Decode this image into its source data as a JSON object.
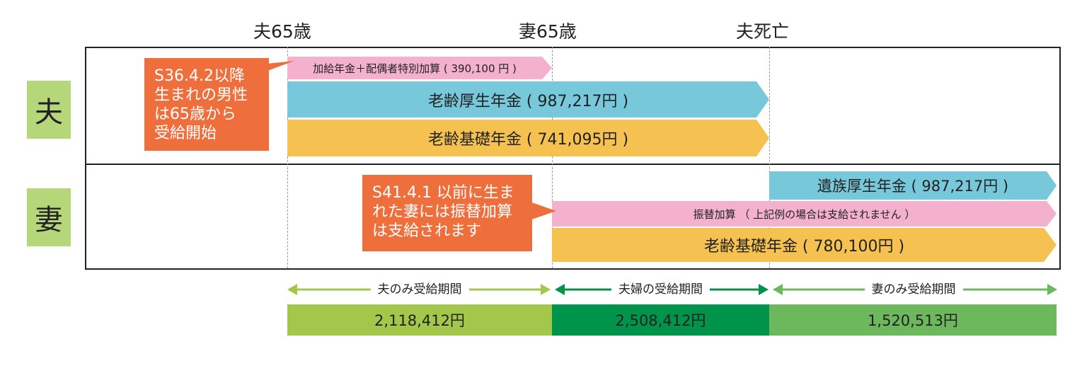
{
  "headers": {
    "husband_65": "夫65歳",
    "wife_65": "妻65歳",
    "husband_death": "夫死亡"
  },
  "rows": {
    "husband_label": "夫",
    "wife_label": "妻"
  },
  "husband_bars": {
    "kakyu": "加給年金＋配偶者特別加算 ( 390,100 円 )",
    "kosei": "老齢厚生年金 ( 987,217円 )",
    "kiso": "老齢基礎年金 ( 741,095円 )"
  },
  "wife_bars": {
    "izoku": "遺族厚生年金 ( 987,217円 )",
    "furikae": "振替加算 （ 上記例の場合は支給されません ）",
    "kiso": "老齢基礎年金 ( 780,100円 )"
  },
  "callouts": {
    "husband_note": [
      "S36.4.2以降",
      "生まれの男性",
      "は65歳から",
      "受給開始"
    ],
    "wife_note": [
      "S41.4.1 以前に生ま",
      "れた妻には振替加算",
      "は支給されます"
    ]
  },
  "periods": {
    "husband_only": "夫のみ受給期間",
    "couple": "夫婦の受給期間",
    "wife_only": "妻のみ受給期間"
  },
  "totals": {
    "husband_only": "2,118,412円",
    "couple": "2,508,412円",
    "wife_only": "1,520,513円"
  },
  "colors": {
    "pink": "#f3b1cd",
    "blue": "#78c8dc",
    "yellow": "#f5c150",
    "orange": "#ee6e3c",
    "label_green": "#b5d77a",
    "green_light": "#a3c74a",
    "green_dark": "#00944a",
    "green_mid": "#6db85c"
  }
}
